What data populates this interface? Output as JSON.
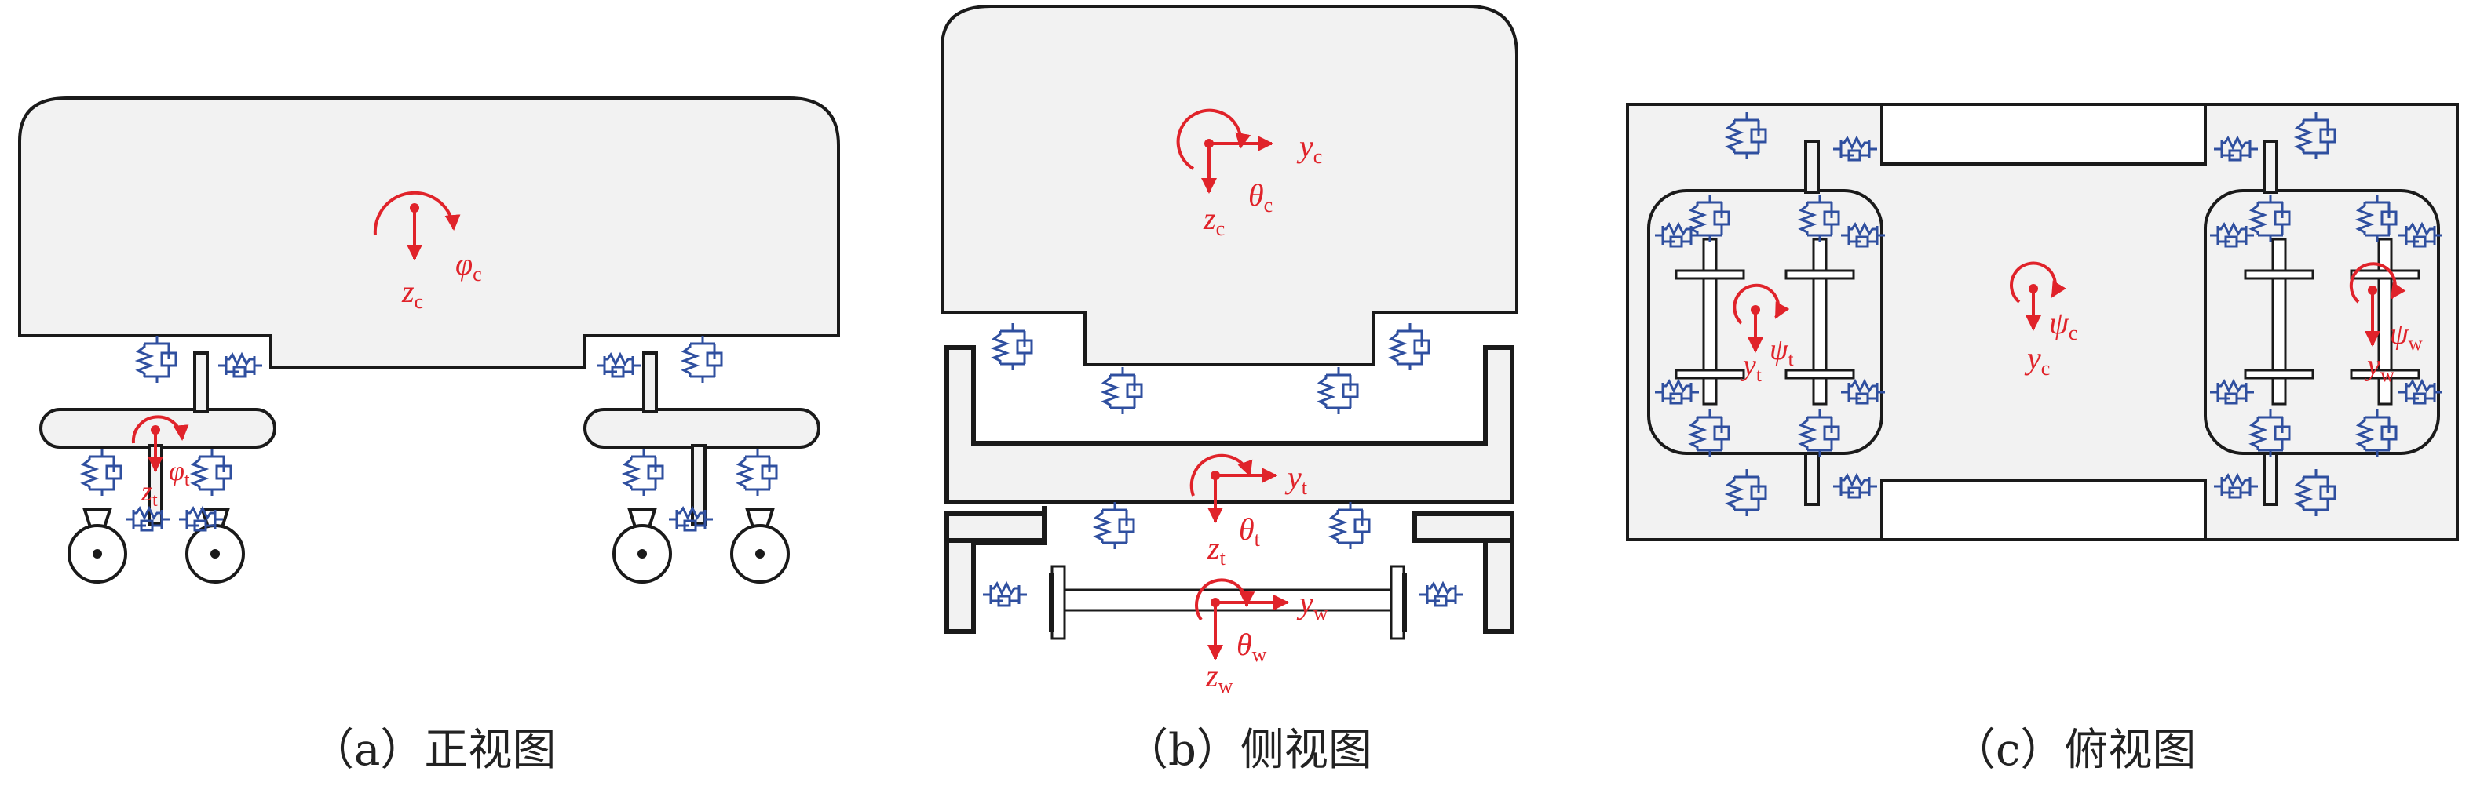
{
  "colors": {
    "body_fill": "#f2f2f2",
    "outline": "#1a1a1a",
    "spring": "#2f4f9f",
    "annotation": "#e0232a",
    "wheel_fill": "#ffffff"
  },
  "panels": {
    "front": {
      "caption": "（a）正视图",
      "labels": {
        "car_phi": {
          "sym": "φ",
          "sub": "c"
        },
        "car_z": {
          "sym": "z",
          "sub": "c"
        },
        "bogie_phi": {
          "sym": "φ",
          "sub": "t"
        },
        "bogie_z": {
          "sym": "z",
          "sub": "t"
        }
      }
    },
    "side": {
      "caption": "（b）侧视图",
      "labels": {
        "car_y": {
          "sym": "y",
          "sub": "c"
        },
        "car_theta": {
          "sym": "θ",
          "sub": "c"
        },
        "car_z": {
          "sym": "z",
          "sub": "c"
        },
        "bogie_y": {
          "sym": "y",
          "sub": "t"
        },
        "bogie_theta": {
          "sym": "θ",
          "sub": "t"
        },
        "bogie_z": {
          "sym": "z",
          "sub": "t"
        },
        "wheel_y": {
          "sym": "y",
          "sub": "w"
        },
        "wheel_theta": {
          "sym": "θ",
          "sub": "w"
        },
        "wheel_z": {
          "sym": "z",
          "sub": "w"
        }
      }
    },
    "top": {
      "caption": "（c）俯视图",
      "labels": {
        "car_psi": {
          "sym": "ψ",
          "sub": "c"
        },
        "car_y": {
          "sym": "y",
          "sub": "c"
        },
        "bogie_psi": {
          "sym": "ψ",
          "sub": "t"
        },
        "bogie_y": {
          "sym": "y",
          "sub": "t"
        },
        "wheel_psi": {
          "sym": "ψ",
          "sub": "w"
        },
        "wheel_y": {
          "sym": "y",
          "sub": "w"
        }
      }
    }
  }
}
